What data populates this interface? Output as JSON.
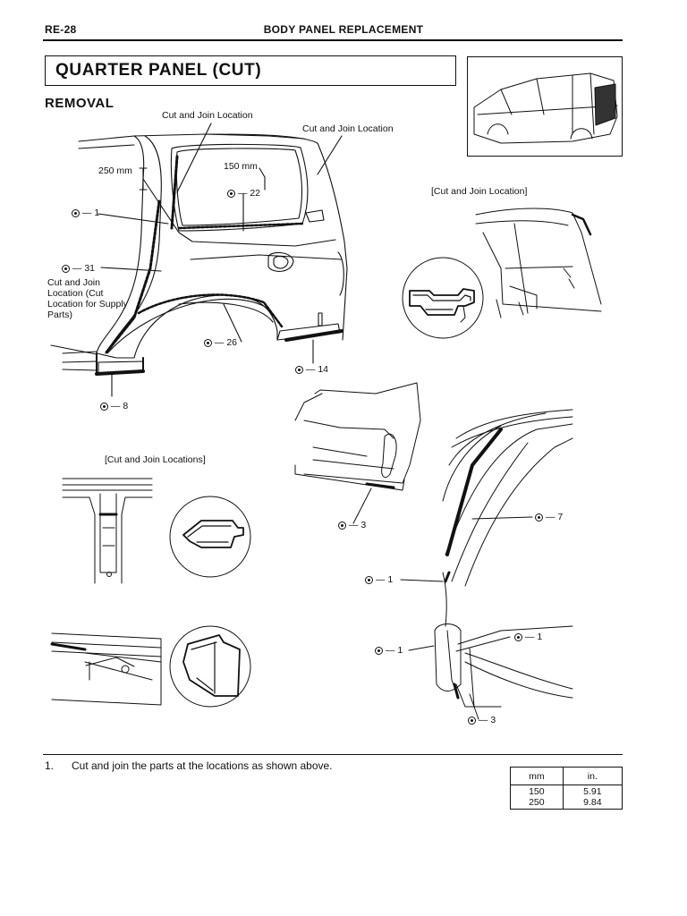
{
  "header": {
    "code": "RE-28",
    "title": "BODY PANEL REPLACEMENT"
  },
  "title": "QUARTER PANEL (CUT)",
  "section": "REMOVAL",
  "labels": {
    "cut_join_1": "Cut and Join Location",
    "cut_join_2": "Cut and Join Location",
    "dim_250": "250 mm",
    "dim_150": "150 mm",
    "cut_join_bracket": "[Cut and Join Location]",
    "cut_join_supply": "Cut and Join Location (Cut Location for Supply Parts)",
    "cut_join_locations": "[Cut and Join Locations]"
  },
  "callouts": {
    "c22": "— 22",
    "c1a": "— 1",
    "c31": "— 31",
    "c26": "— 26",
    "c14": "— 14",
    "c8": "— 8",
    "c3a": "— 3",
    "c7": "— 7",
    "c1b": "— 1",
    "c1c": "— 1",
    "c1d": "— 1",
    "c3b": "— 3"
  },
  "step": {
    "number": "1.",
    "text": "Cut and join the parts at the locations as shown above."
  },
  "conversion_table": {
    "headers": [
      "mm",
      "in."
    ],
    "rows": [
      [
        "150",
        "5.91"
      ],
      [
        "250",
        "9.84"
      ]
    ]
  }
}
